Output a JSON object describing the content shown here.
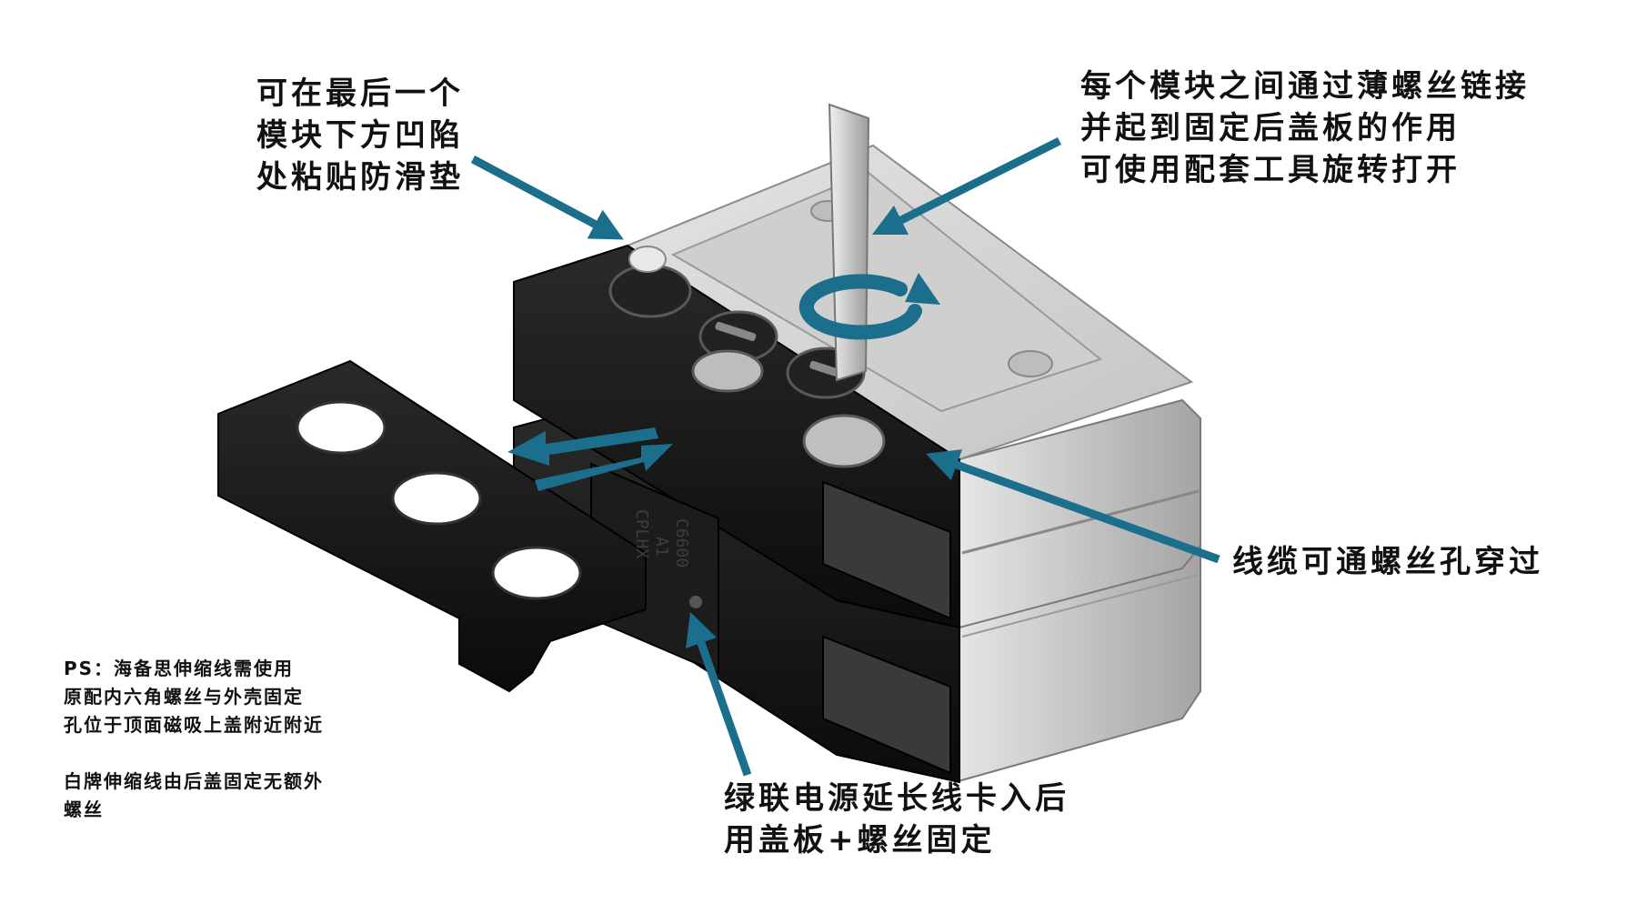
{
  "colors": {
    "arrow": "#1b6f8c",
    "plastic_dark": "#141414",
    "metal_light": "#d8d8d8",
    "metal_mid": "#a9a9a9",
    "text": "#111111"
  },
  "callouts": {
    "anti_slip": [
      "可在最后一个",
      "模块下方凹陷",
      "处粘贴防滑垫"
    ],
    "screw_link": [
      "每个模块之间通过薄螺丝链接",
      "并起到固定后盖板的作用",
      "可使用配套工具旋转打开"
    ],
    "cable_hole": [
      "线缆可通螺丝孔穿过"
    ],
    "power_strip": [
      "绿联电源延长线卡入后",
      "用盖板+螺丝固定"
    ]
  },
  "notes": [
    "PS：海备思伸缩线需使用",
    "原配内六角螺丝与外壳固定",
    "孔位于顶面磁吸上盖附近附近",
    "",
    "白牌伸缩线由后盖固定无额外",
    "螺丝"
  ],
  "engraving": [
    "CPLHX",
    "A1",
    "C6600"
  ]
}
